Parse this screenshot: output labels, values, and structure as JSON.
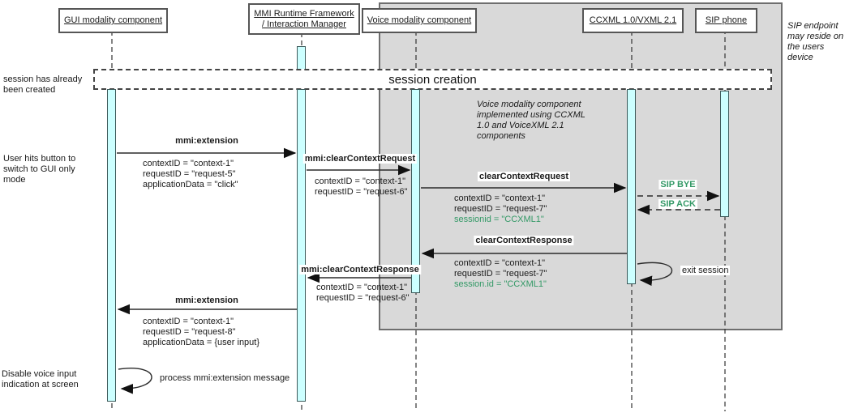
{
  "colors": {
    "green": "#339966",
    "region_fill": "#d9d9d9",
    "activation_fill": "#ccffff"
  },
  "lifelines": {
    "gui": {
      "label": "GUI modality component"
    },
    "mmi": {
      "label_line1": "MMI Runtime Framework",
      "label_line2": "/ Interaction Manager"
    },
    "voice": {
      "label": "Voice modality component"
    },
    "ccxml": {
      "label": "CCXML 1.0/VXML 2.1"
    },
    "sip": {
      "label": "SIP phone"
    }
  },
  "frame": {
    "label": "session creation"
  },
  "messages": {
    "mmi_extension_1": {
      "label": "mmi:extension",
      "params": [
        "contextID = \"context-1\"",
        "requestID = \"request-5\"",
        "applicationData = \"click\""
      ]
    },
    "mmi_clear_context_request": {
      "label": "mmi:clearContextRequest",
      "params": [
        "contextID = \"context-1\"",
        "requestID = \"request-6\""
      ]
    },
    "clear_context_request": {
      "label": "clearContextRequest",
      "params": [
        "contextID = \"context-1\"",
        "requestID = \"request-7\""
      ],
      "param_green": "sessionid = \"CCXML1\""
    },
    "sip_bye": {
      "label": "SIP BYE"
    },
    "sip_ack": {
      "label": "SIP ACK"
    },
    "clear_context_response": {
      "label": "clearContextResponse",
      "params": [
        "contextID = \"context-1\"",
        "requestID = \"request-7\""
      ],
      "param_green": "session.id = \"CCXML1\""
    },
    "exit_session": {
      "label": "exit session"
    },
    "mmi_clear_context_response": {
      "label": "mmi:clearContextResponse",
      "params": [
        "contextID = \"context-1\"",
        "requestID = \"request-6\""
      ]
    },
    "mmi_extension_2": {
      "label": "mmi:extension",
      "params": [
        "contextID = \"context-1\"",
        "requestID = \"request-8\"",
        "applicationData = {user input}"
      ]
    },
    "process_extension": {
      "label": "process mmi:extension message"
    }
  },
  "annotations": {
    "session_created": "session has already been created",
    "user_hits_button": "User hits button to switch to GUI only mode",
    "disable_voice": "Disable voice input indication at screen",
    "voice_note": "Voice modality component implemented using CCXML 1.0 and VoiceXML 2.1 components",
    "sip_note": "SIP endpoint may reside on the users device"
  }
}
